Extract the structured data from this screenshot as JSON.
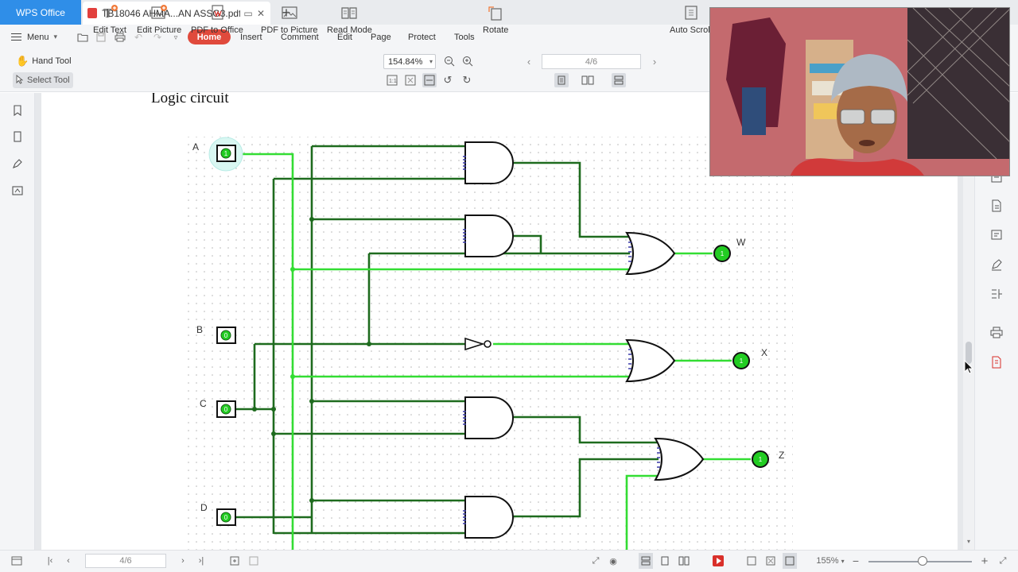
{
  "tabs": {
    "app_tab": "WPS Office",
    "doc_tab": "TB18046 AHMA...AN ASSG3.pdf"
  },
  "menu": {
    "menu_label": "Menu",
    "items": [
      "Home",
      "Insert",
      "Comment",
      "Edit",
      "Page",
      "Protect",
      "Tools"
    ]
  },
  "toolbar": {
    "hand_tool": "Hand Tool",
    "select_tool": "Select Tool",
    "edit_text": "Edit Text",
    "edit_picture": "Edit Picture",
    "pdf_to_office": "PDF to Office",
    "pdf_to_picture": "PDF to Picture",
    "read_mode": "Read Mode",
    "zoom": "154.84%",
    "rotate": "Rotate",
    "page_indicator": "4/6",
    "auto_scroll": "Auto Scroll"
  },
  "document": {
    "title": "Logic circuit",
    "input_labels": [
      "A",
      "B",
      "C",
      "D"
    ],
    "input_values": [
      "1",
      "0",
      "0",
      "0"
    ],
    "output_labels": [
      "W",
      "X",
      "Z"
    ],
    "output_values": [
      "1",
      "1",
      "1"
    ]
  },
  "statusbar": {
    "page_indicator": "4/6",
    "zoom": "155%"
  },
  "colors": {
    "app_accent": "#2f8ee8",
    "home_tab": "#e04a3c",
    "wire_dark": "#1e6b1e",
    "wire_active": "#33dd33"
  }
}
